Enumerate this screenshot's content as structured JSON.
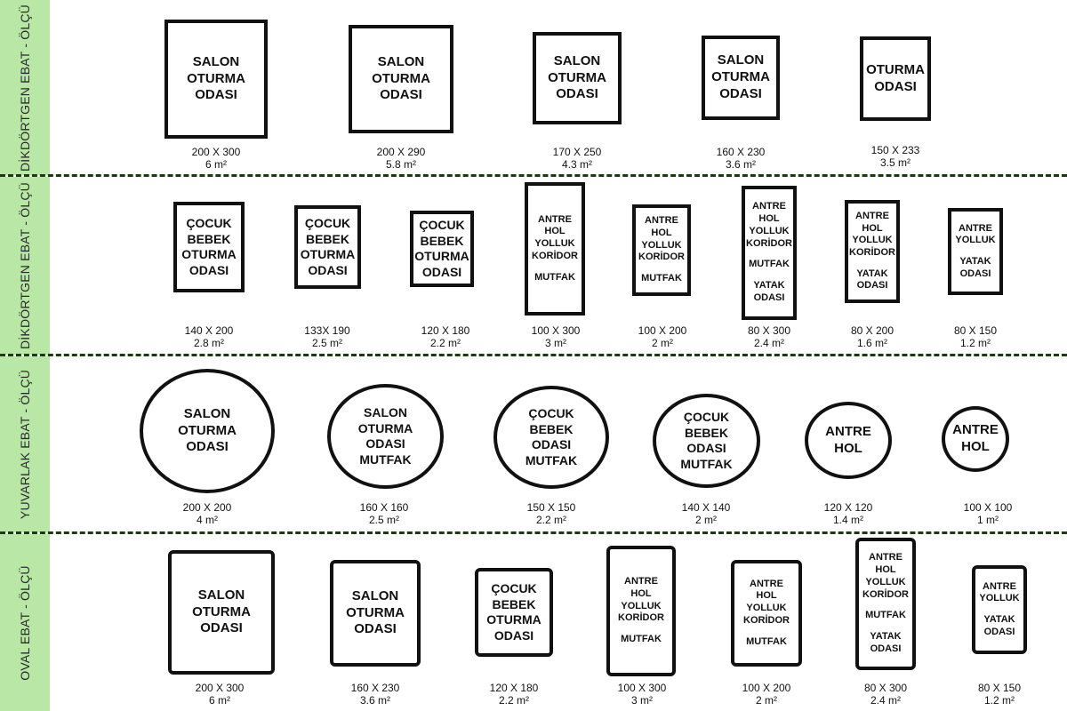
{
  "rows": [
    {
      "label": "DİKDÖRTGEN EBAT - ÖLÇÜ",
      "items": [
        {
          "lines": [
            "SALON",
            "OTURMA",
            "ODASI"
          ],
          "dims": "200 X 300",
          "area": "6 m²"
        },
        {
          "lines": [
            "SALON",
            "OTURMA",
            "ODASI"
          ],
          "dims": "200 X 290",
          "area": "5.8 m²"
        },
        {
          "lines": [
            "SALON",
            "OTURMA",
            "ODASI"
          ],
          "dims": "170 X 250",
          "area": "4.3 m²"
        },
        {
          "lines": [
            "SALON",
            "OTURMA",
            "ODASI"
          ],
          "dims": "160 X 230",
          "area": "3.6 m²"
        },
        {
          "lines": [
            "OTURMA",
            "ODASI"
          ],
          "dims": "150 X 233",
          "area": "3.5 m²"
        }
      ]
    },
    {
      "label": "DİKDÖRTGEN EBAT - ÖLÇÜ",
      "items": [
        {
          "lines": [
            "ÇOCUK",
            "BEBEK",
            "OTURMA",
            "ODASI"
          ],
          "dims": "140 X 200",
          "area": "2.8 m²"
        },
        {
          "lines": [
            "ÇOCUK",
            "BEBEK",
            "OTURMA",
            "ODASI"
          ],
          "dims": "133X 190",
          "area": "2.5 m²"
        },
        {
          "lines": [
            "ÇOCUK",
            "BEBEK",
            "OTURMA",
            "ODASI"
          ],
          "dims": "120 X 180",
          "area": "2.2 m²"
        },
        {
          "lines": [
            "ANTRE",
            "HOL",
            "YOLLUK",
            "KORİDOR",
            "",
            "MUTFAK"
          ],
          "dims": "100 X 300",
          "area": "3 m²"
        },
        {
          "lines": [
            "ANTRE",
            "HOL",
            "YOLLUK",
            "KORİDOR",
            "",
            "MUTFAK"
          ],
          "dims": "100 X 200",
          "area": "2 m²"
        },
        {
          "lines": [
            "ANTRE",
            "HOL",
            "YOLLUK",
            "KORİDOR",
            "",
            "MUTFAK",
            "",
            "YATAK",
            "ODASI"
          ],
          "dims": "80 X 300",
          "area": "2.4 m²"
        },
        {
          "lines": [
            "ANTRE",
            "HOL",
            "YOLLUK",
            "KORİDOR",
            "",
            "YATAK",
            "ODASI"
          ],
          "dims": "80 X 200",
          "area": "1.6 m²"
        },
        {
          "lines": [
            "ANTRE",
            "YOLLUK",
            "",
            "YATAK",
            "ODASI"
          ],
          "dims": "80 X 150",
          "area": "1.2 m²"
        }
      ]
    },
    {
      "label": "YUVARLAK EBAT - ÖLÇÜ",
      "items": [
        {
          "lines": [
            "SALON",
            "OTURMA",
            "ODASI"
          ],
          "dims": "200 X 200",
          "area": "4 m²"
        },
        {
          "lines": [
            "SALON",
            "OTURMA",
            "ODASI",
            "MUTFAK"
          ],
          "dims": "160 X 160",
          "area": "2.5 m²"
        },
        {
          "lines": [
            "ÇOCUK",
            "BEBEK",
            "ODASI",
            "MUTFAK"
          ],
          "dims": "150 X 150",
          "area": "2.2 m²"
        },
        {
          "lines": [
            "ÇOCUK",
            "BEBEK",
            "ODASI",
            "MUTFAK"
          ],
          "dims": "140 X 140",
          "area": "2 m²"
        },
        {
          "lines": [
            "ANTRE",
            "HOL"
          ],
          "dims": "120 X 120",
          "area": "1.4 m²"
        },
        {
          "lines": [
            "ANTRE",
            "HOL"
          ],
          "dims": "100 X 100",
          "area": "1 m²"
        }
      ]
    },
    {
      "label": "OVAL EBAT - ÖLÇÜ",
      "items": [
        {
          "lines": [
            "SALON",
            "OTURMA",
            "ODASI"
          ],
          "dims": "200 X 300",
          "area": "6 m²"
        },
        {
          "lines": [
            "SALON",
            "OTURMA",
            "ODASI"
          ],
          "dims": "160 X 230",
          "area": "3.6 m²"
        },
        {
          "lines": [
            "ÇOCUK",
            "BEBEK",
            "OTURMA",
            "ODASI"
          ],
          "dims": "120 X 180",
          "area": "2.2 m²"
        },
        {
          "lines": [
            "ANTRE",
            "HOL",
            "YOLLUK",
            "KORİDOR",
            "",
            "MUTFAK"
          ],
          "dims": "100 X 300",
          "area": "3 m²"
        },
        {
          "lines": [
            "ANTRE",
            "HOL",
            "YOLLUK",
            "KORİDOR",
            "",
            "MUTFAK"
          ],
          "dims": "100 X 200",
          "area": "2 m²"
        },
        {
          "lines": [
            "ANTRE",
            "HOL",
            "YOLLUK",
            "KORİDOR",
            "",
            "MUTFAK",
            "",
            "YATAK",
            "ODASI"
          ],
          "dims": "80 X 300",
          "area": "2.4 m²"
        },
        {
          "lines": [
            "ANTRE",
            "YOLLUK",
            "",
            "YATAK",
            "ODASI"
          ],
          "dims": "80 X 150",
          "area": "1.2 m²"
        }
      ]
    }
  ]
}
